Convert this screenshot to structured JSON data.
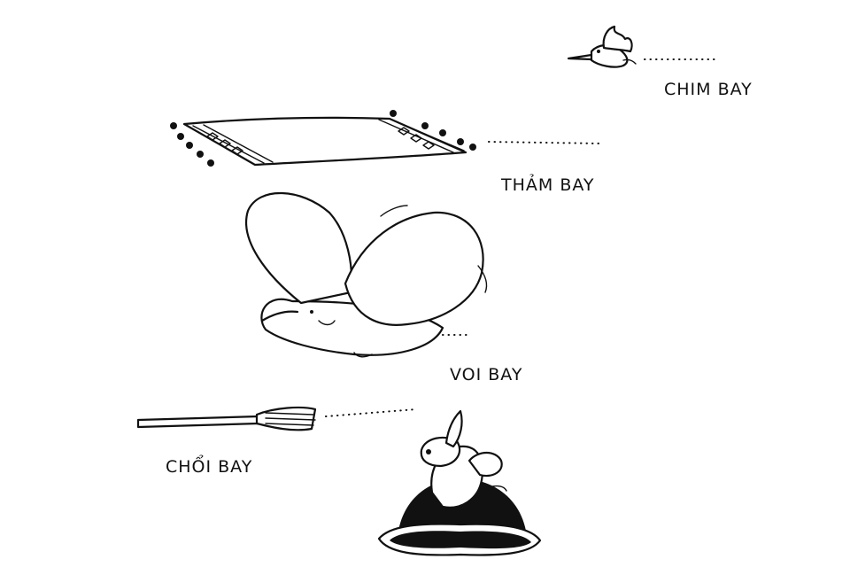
{
  "captions": {
    "bird": "CHIM BAY",
    "carpet": "THẢM BAY",
    "elephant": "VOI BAY",
    "broom": "CHỔI BAY"
  },
  "illustrations": [
    "bird-icon",
    "flying-carpet-icon",
    "flying-elephant-icon",
    "broom-icon",
    "mouse-on-hill-icon"
  ],
  "colors": {
    "ink": "#111111",
    "background": "#ffffff"
  }
}
